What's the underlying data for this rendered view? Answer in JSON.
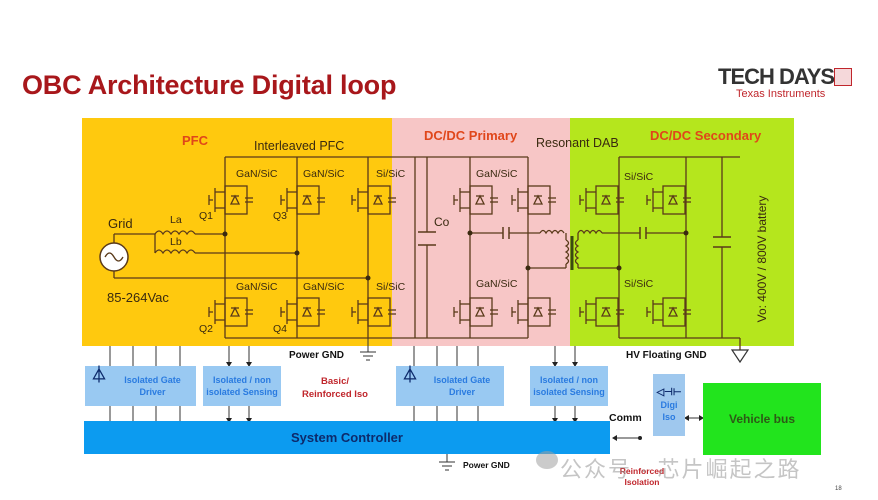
{
  "slide": {
    "title": "OBC Architecture Digital loop",
    "page_number": "18",
    "logo": {
      "main": "TECH DAYS",
      "sub": "Texas Instruments",
      "icon": "ti-logo-icon"
    },
    "watermark": "公众号 · 芯片崛起之路"
  },
  "regions": {
    "pfc": {
      "label": "PFC",
      "subtitle": "Interleaved PFC",
      "color": "#ffc90e"
    },
    "primary": {
      "label": "DC/DC Primary",
      "subtitle": "Resonant DAB",
      "color": "#f7c6c6"
    },
    "secondary": {
      "label": "DC/DC Secondary",
      "color": "#b5e61d"
    }
  },
  "circuit": {
    "grid_label": "Grid",
    "grid_voltage": "85-264Vac",
    "inductor_a": "La",
    "inductor_b": "Lb",
    "switch_labels": [
      "Q1",
      "Q2",
      "Q3",
      "Q4"
    ],
    "pfc_top_devices": [
      "GaN/SiC",
      "GaN/SiC",
      "Si/SiC"
    ],
    "pfc_bottom_devices": [
      "GaN/SiC",
      "GaN/SiC",
      "Si/SiC"
    ],
    "cap_label": "Co",
    "primary_top_device": "GaN/SiC",
    "primary_bottom_device": "GaN/SiC",
    "secondary_top_device": "Si/SiC",
    "secondary_bottom_device": "Si/SiC",
    "output_label": "Vo: 400V / 800V battery"
  },
  "lower": {
    "power_gnd": "Power GND",
    "hv_floating_gnd": "HV Floating GND",
    "gate_driver_1": "Isolated Gate Driver",
    "sensing_1": "Isolated / non isolated Sensing",
    "iso_label_line1": "Basic/",
    "iso_label_line2": "Reinforced Iso",
    "gate_driver_2": "Isolated Gate Driver",
    "sensing_2": "Isolated / non isolated Sensing",
    "comm": "Comm",
    "digi_iso_line1": "Digi",
    "digi_iso_line2": "Iso",
    "vehicle_bus": "Vehicle bus",
    "system_controller": "System Controller",
    "power_gnd_bottom": "Power GND",
    "reinforced_iso_line1": "Reinforced",
    "reinforced_iso_line2": "Isolation"
  }
}
